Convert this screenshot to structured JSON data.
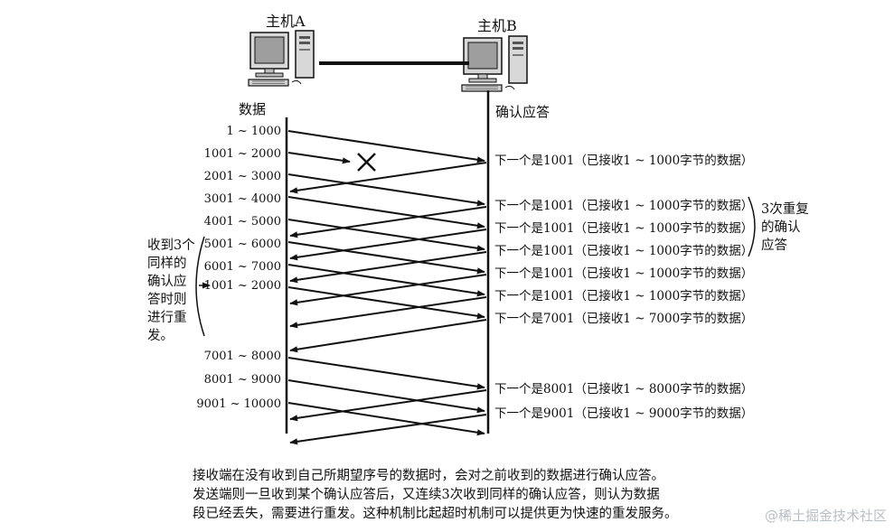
{
  "host_a": {
    "label": "主机A"
  },
  "host_b": {
    "label": "主机B"
  },
  "col_a_header": "数据",
  "col_b_header": "确认应答",
  "segments": [
    {
      "label": "1 ~ 1000"
    },
    {
      "label": "1001 ~ 2000",
      "lost": true
    },
    {
      "label": "2001 ~ 3000"
    },
    {
      "label": "3001 ~ 4000"
    },
    {
      "label": "4001 ~ 5000"
    },
    {
      "label": "5001 ~ 6000"
    },
    {
      "label": "6001 ~ 7000"
    },
    {
      "label": "1001 ~ 2000",
      "retransmit": true
    },
    {
      "label": "7001 ~ 8000"
    },
    {
      "label": "8001 ~ 9000"
    },
    {
      "label": "9001 ~ 10000"
    }
  ],
  "acks": [
    {
      "label": "下一个是1001（已接收1 ~ 1000字节的数据）"
    },
    {
      "label": "下一个是1001（已接收1 ~ 1000字节的数据）"
    },
    {
      "label": "下一个是1001（已接收1 ~ 1000字节的数据）"
    },
    {
      "label": "下一个是1001（已接收1 ~ 1000字节的数据）"
    },
    {
      "label": "下一个是1001（已接收1 ~ 1000字节的数据）"
    },
    {
      "label": "下一个是1001（已接收1 ~ 1000字节的数据）"
    },
    {
      "label": "下一个是7001（已接收1 ~ 7000字节的数据）"
    },
    {
      "label": "下一个是8001（已接收1 ~ 8000字节的数据）"
    },
    {
      "label": "下一个是9001（已接收1 ~ 9000字节的数据）"
    }
  ],
  "left_note": [
    "收到3个",
    "同样的",
    "确认应",
    "答时则",
    "进行重",
    "发。"
  ],
  "right_note": [
    "3次重复",
    "的确认",
    "应答"
  ],
  "caption": [
    "接收端在没有收到自己所期望序号的数据时，会对之前收到的数据进行确认应答。",
    "发送端则一旦收到某个确认应答后，又连续3次收到同样的确认应答，则认为数据",
    "段已经丢失，需要进行重发。这种机制比起超时机制可以提供更为快速的重发服务。"
  ],
  "watermark": "@稀土掘金技术社区",
  "colors": {
    "ink": "#111111",
    "monitor": "#cfcfcf",
    "screen": "#9a9a9a"
  }
}
